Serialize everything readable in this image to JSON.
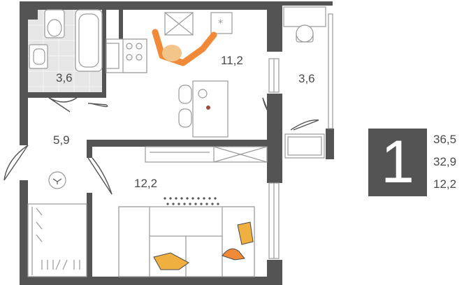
{
  "plan": {
    "rooms": [
      {
        "id": "bathroom",
        "area": "3,6"
      },
      {
        "id": "kitchen",
        "area": "11,2"
      },
      {
        "id": "wc",
        "area": "3,6"
      },
      {
        "id": "hall",
        "area": "5,9"
      },
      {
        "id": "living",
        "area": "12,2"
      }
    ]
  },
  "summary": {
    "rooms_count": "1",
    "areas": [
      "36,5",
      "32,9",
      "12,2"
    ]
  },
  "colors": {
    "wall": "#545454",
    "floor_tile": "#e6e6e6",
    "furniture_line": "#9a9a9a",
    "accent": "#f08a38",
    "badge_bg": "#545454"
  }
}
